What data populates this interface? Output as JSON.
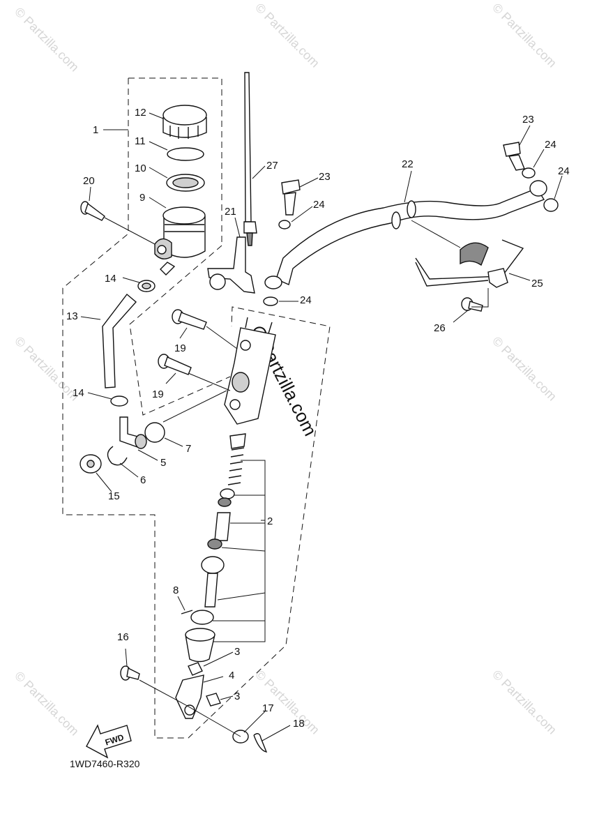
{
  "diagram": {
    "callouts": [
      "1",
      "2",
      "3",
      "3",
      "4",
      "5",
      "6",
      "7",
      "8",
      "9",
      "10",
      "11",
      "12",
      "13",
      "14",
      "14",
      "15",
      "16",
      "17",
      "18",
      "19",
      "19",
      "20",
      "21",
      "22",
      "23",
      "23",
      "24",
      "24",
      "24",
      "24",
      "25",
      "26",
      "27"
    ],
    "diagram_code": "1WD7460-R320",
    "fwd_label": "FWD"
  },
  "watermark": {
    "text": "© Partzilla.com",
    "center_text": "Partzilla.com"
  }
}
